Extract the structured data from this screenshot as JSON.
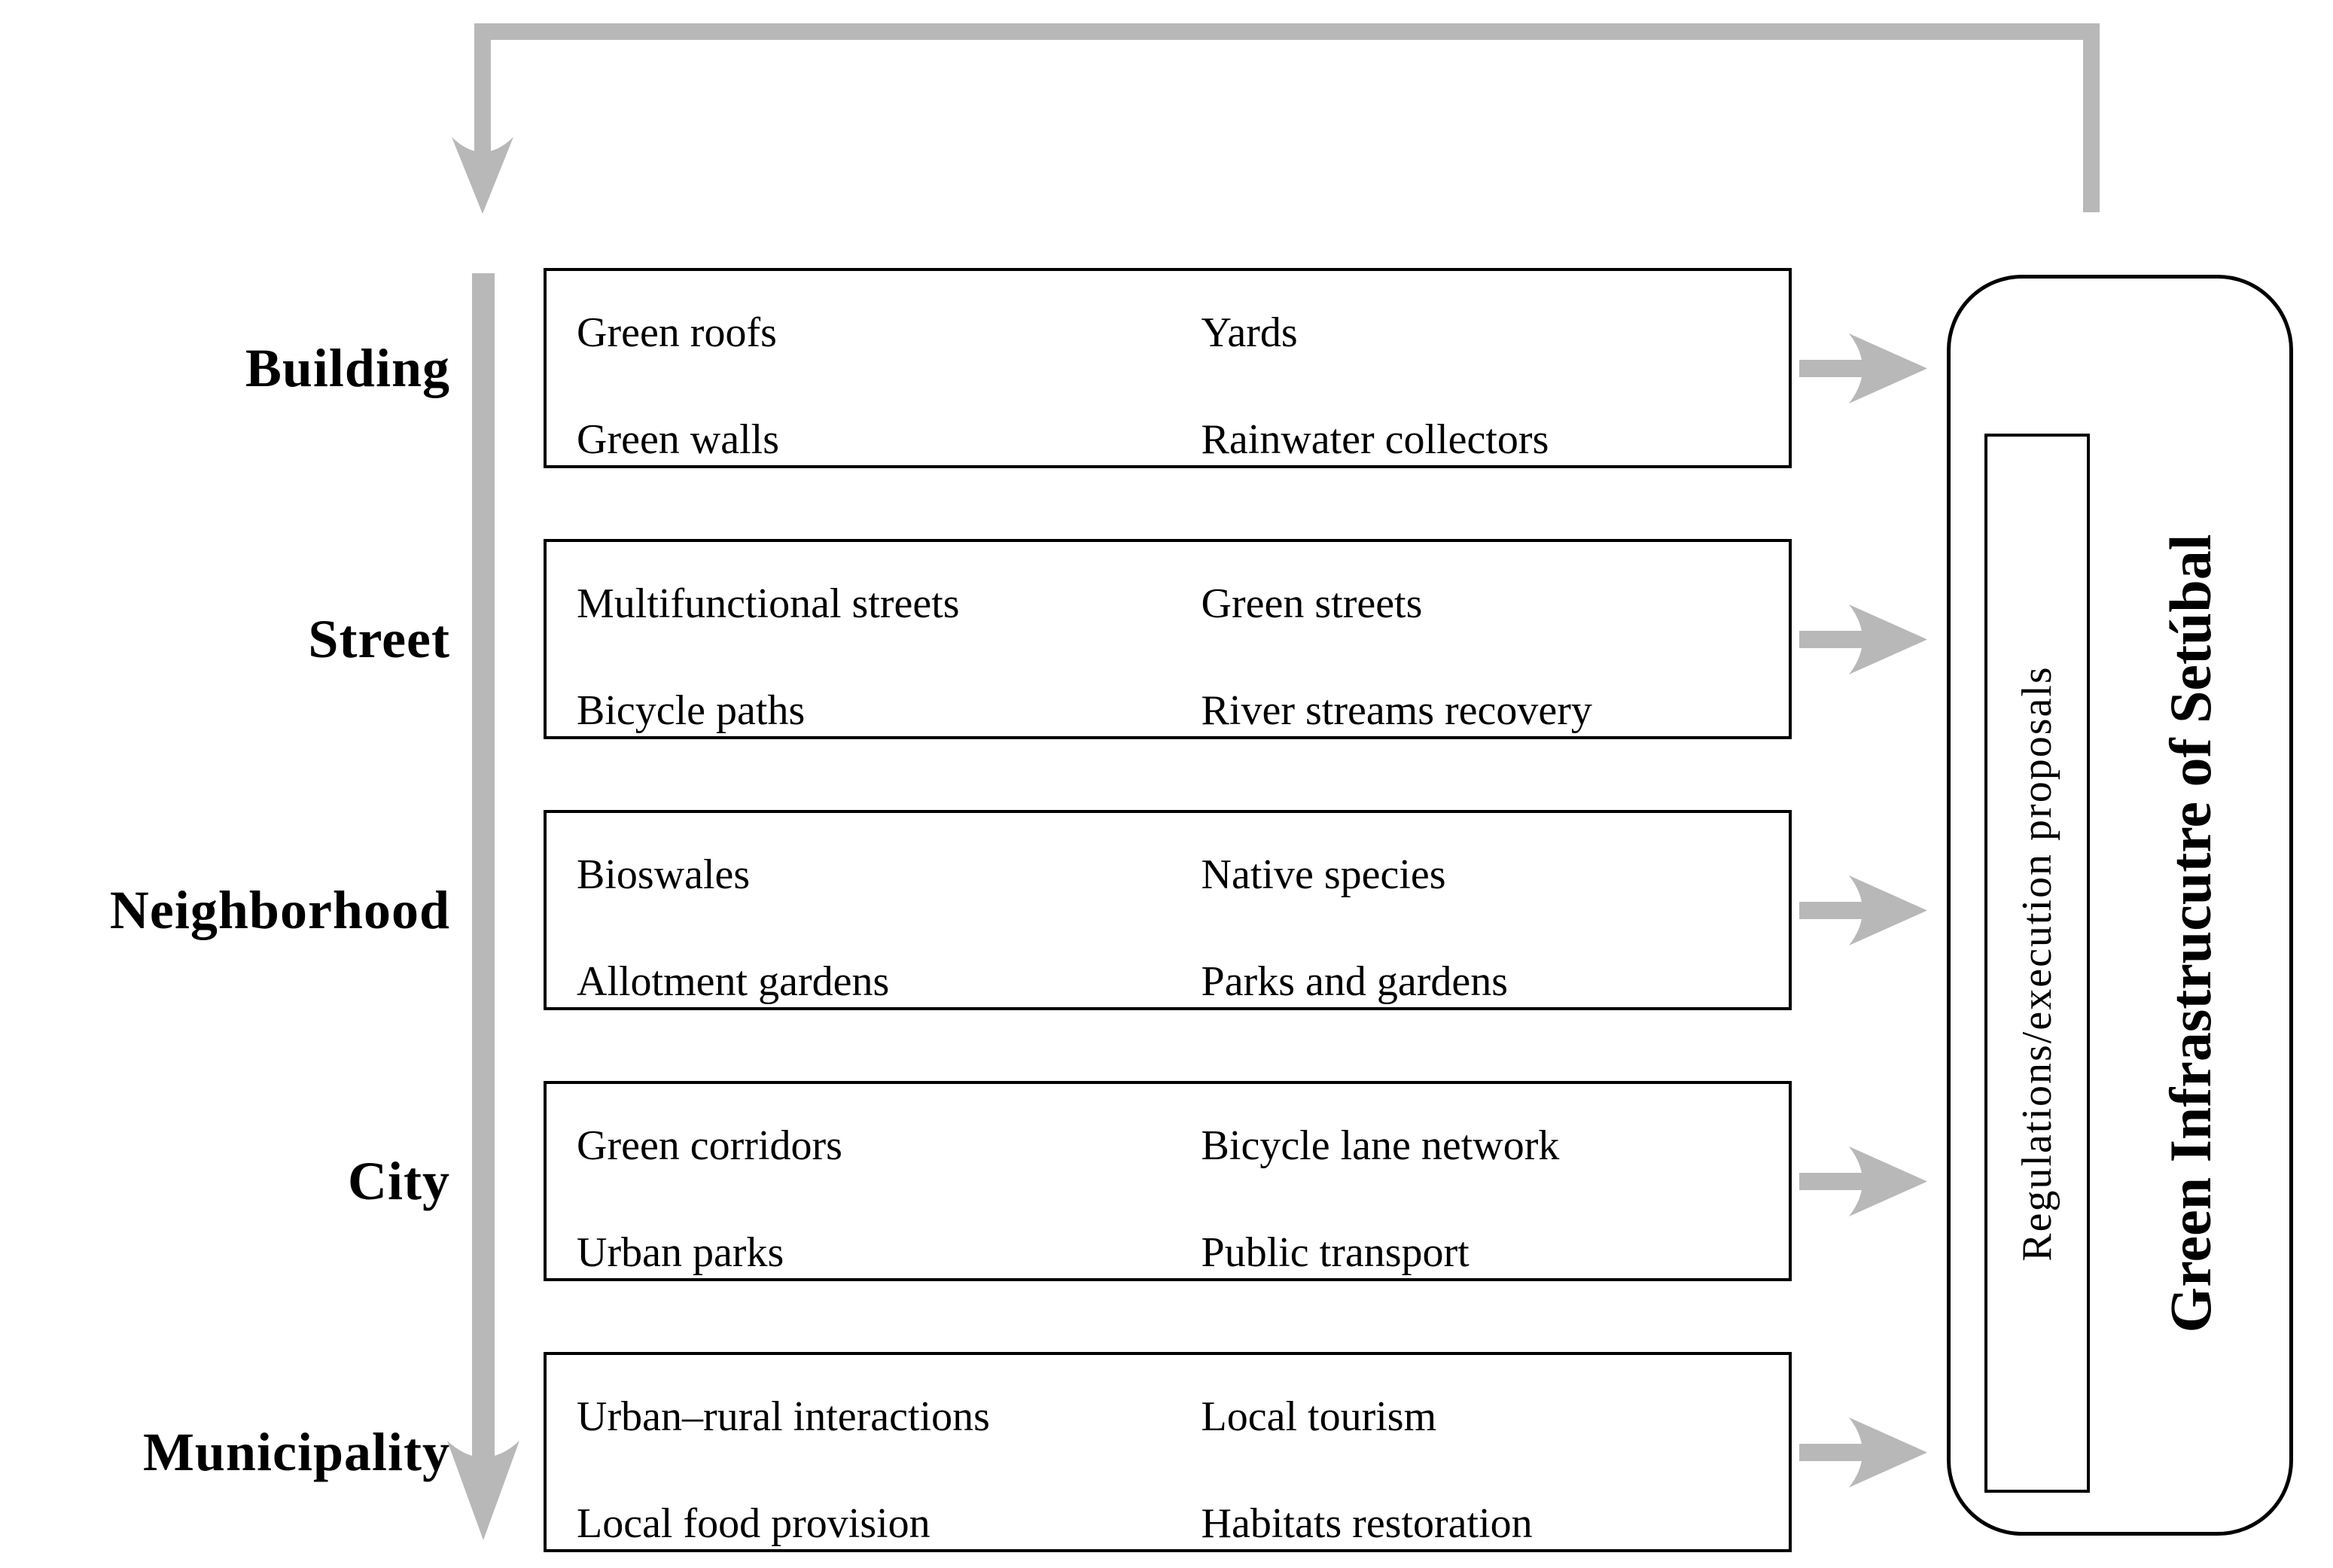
{
  "figure": {
    "background": "#ffffff",
    "arrow_color": "#b8b8b8",
    "border_color": "#000000",
    "levels": [
      {
        "label": "Building",
        "items_left": [
          "Green roofs",
          "Green walls"
        ],
        "items_right": [
          "Yards",
          "Rainwater collectors"
        ]
      },
      {
        "label": "Street",
        "items_left": [
          "Multifunctional streets",
          "Bicycle paths"
        ],
        "items_right": [
          "Green streets",
          "River streams recovery"
        ]
      },
      {
        "label": "Neighborhood",
        "items_left": [
          "Bioswales",
          "Allotment gardens"
        ],
        "items_right": [
          "Native species",
          "Parks and gardens"
        ]
      },
      {
        "label": "City",
        "items_left": [
          "Green corridors",
          "Urban parks"
        ],
        "items_right": [
          "Bicycle lane network",
          "Public transport"
        ]
      },
      {
        "label": "Municipality",
        "items_left": [
          "Urban–rural interactions",
          "Local food provision"
        ],
        "items_right": [
          "Local tourism",
          "Habitats restoration"
        ]
      }
    ],
    "summary": {
      "proposals_label": "Regulations/execution proposals",
      "title": "Green Infrastrucutre of Setúbal"
    }
  }
}
